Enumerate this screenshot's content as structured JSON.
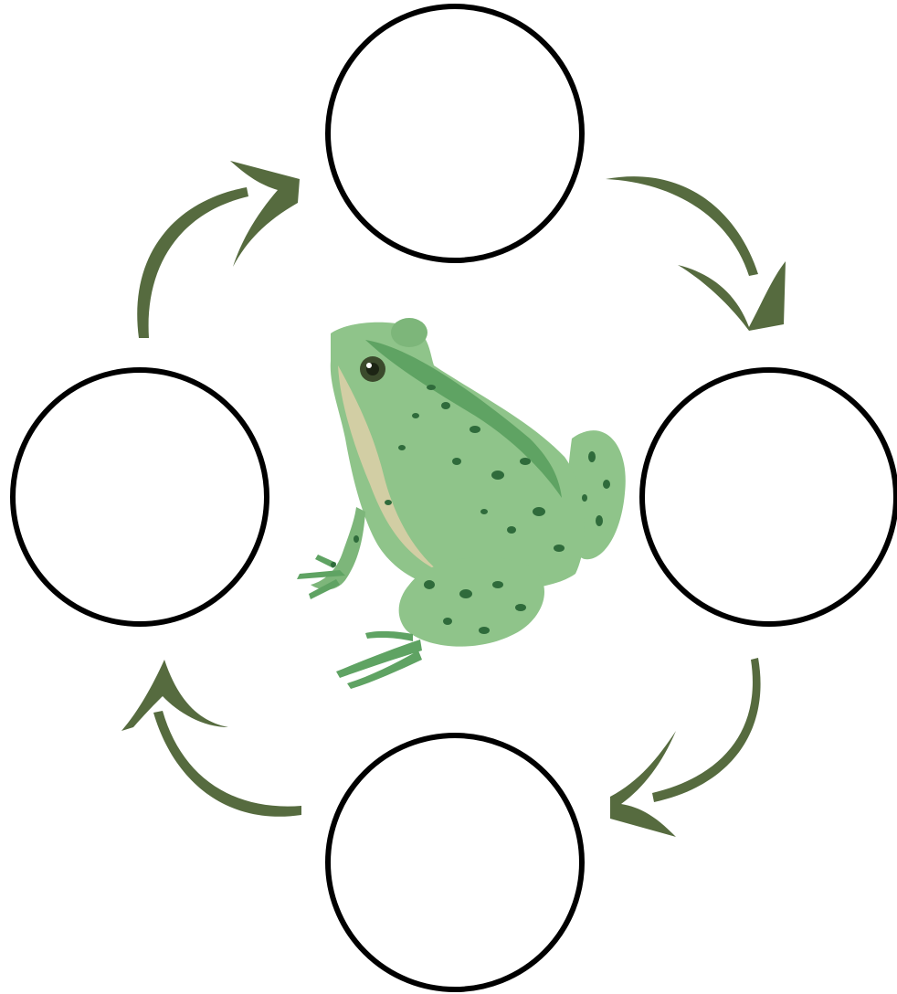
{
  "diagram": {
    "kind": "cycle",
    "stage_count": 4,
    "stages": [
      {
        "position": "top",
        "label": ""
      },
      {
        "position": "right",
        "label": ""
      },
      {
        "position": "bottom",
        "label": ""
      },
      {
        "position": "left",
        "label": ""
      }
    ],
    "arrow_direction": "clockwise",
    "center_image": "frog-illustration",
    "colors": {
      "arrow": "#566b3f",
      "circle_stroke": "#000000",
      "frog_light": "#8fc48a",
      "frog_mid": "#5fa363",
      "frog_dark": "#2f6b3b",
      "frog_belly": "#d9cfa6"
    }
  }
}
